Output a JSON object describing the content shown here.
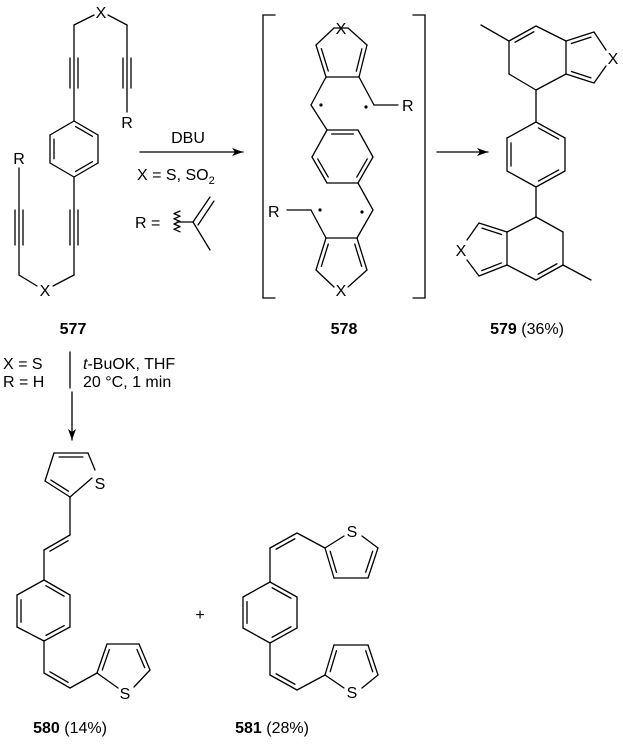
{
  "compounds": {
    "c577": {
      "number": "577",
      "yield": ""
    },
    "c578": {
      "number": "578",
      "yield": ""
    },
    "c579": {
      "number": "579",
      "yield": "(36%)"
    },
    "c580": {
      "number": "580",
      "yield": "(14%)"
    },
    "c581": {
      "number": "581",
      "yield": "(28%)"
    }
  },
  "atoms": {
    "X": "X",
    "R": "R",
    "S": "S"
  },
  "reaction1": {
    "reagent": "DBU",
    "condition_prefix": "X = S, SO",
    "condition_subscript": "2",
    "r_definition": "R ="
  },
  "reaction2": {
    "substituent_x": "X = S",
    "substituent_r": "R = H",
    "reagent_italic": "t",
    "reagent_rest": "-BuOK, THF",
    "conditions": "20 °C, 1 min"
  },
  "plus_sign": "+"
}
